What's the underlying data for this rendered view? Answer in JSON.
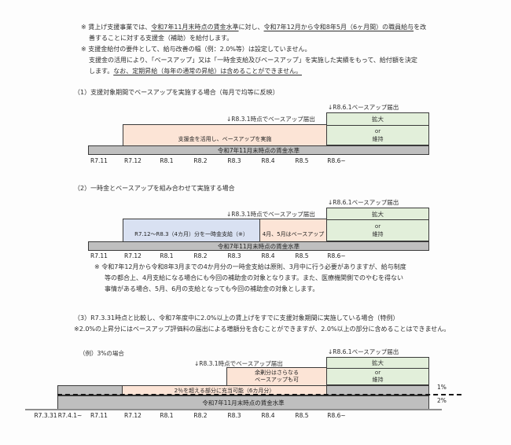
{
  "colors": {
    "pink": "#FCE4D6",
    "green": "#E2EFDA",
    "blue": "#D9E1F2",
    "gray": "#BFBFBF"
  },
  "intro": {
    "line1_pre": "※ 賃上げ支援事業では、",
    "line1_u1": "令和7年11月末時点の賃金水準",
    "line1_mid": "に対し、",
    "line1_u2": "令和7年12月から令和8年5月（6ヶ月間）の職員給与",
    "line1_post": "を改",
    "line2": "善することに対する支援金（補助）を給付します。",
    "line3": "※ 支援金給付の要件として、給与改善の幅（例：2.0%等）は設定していません。",
    "line4": "支援金の活用により、「ベースアップ」又は「一時金支給及びベースアップ」を実施した実績をもって、給付額を決定",
    "line5_pre": "します。",
    "line5_u": "なお、定期昇給（毎年の通常の昇給）は含めることができません。"
  },
  "section1": {
    "title": "（1）支援対象期間でベースアップを実施する場合（毎月で均等に反映）",
    "label_r861": "↓R8.6.1ベースアップ届出",
    "label_r831": "↓R8.3.1時点でベースアップ届出",
    "pink_label": "支援金を活用し、ベースアップを実施",
    "green_top": "拡大",
    "green_or": "or",
    "green_bottom": "維持",
    "base_label": "令和7年11月末時点の賃金水準",
    "ticks": [
      "R7.11",
      "R7.12",
      "R8.1",
      "R8.2",
      "R8.3",
      "R8.4",
      "R8.5",
      "R8.6~"
    ]
  },
  "section2": {
    "title": "（2）一時金とベースアップを組み合わせて実施する場合",
    "label_r861": "↓R8.6.1ベースアップ届出",
    "label_r831": "↓R8.3.1時点でベースアップ届出",
    "blue_label": "R7.12～R8.3（4カ月）分を一時金支給（※）",
    "pink_label": "4月、5月はベースアップ",
    "green_top": "拡大",
    "green_or": "or",
    "green_bottom": "維持",
    "base_label": "令和7年11月末時点の賃金水準",
    "ticks": [
      "R7.11",
      "R7.12",
      "R8.1",
      "R8.2",
      "R8.3",
      "R8.4",
      "R8.5",
      "R8.6~"
    ],
    "note_line1": "※ 令和7年12月から令和8年3月までの4か月分の一時金支給は原則、3月中に行う必要がありますが、給与制度",
    "note_line2": "等の都合上、4月支給になる場合にも今回の補助金の対象となります。また、医療機関側でのやむを得ない",
    "note_line3": "事情がある場合、5月、6月の支給となっても今回の補助金の対象とします。"
  },
  "section3": {
    "title": "（3）R7.3.31時点と比較し、令和7年度中に2.0%以上の賃上げをすでに支援対象期間に実施している場合（特例）",
    "subtitle": "※2.0%の上昇分にはベースアップ評価料の届出による増額分を含むことができますが、2.0%以上の部分に含めることはできません。",
    "example_label": "（例）3%の場合",
    "label_r861": "↓R8.6.1ベースアップ届出",
    "label_r831": "↓R8.3.1時点でベースアップ届出",
    "surplus_line1": "余剰分はさらなる",
    "surplus_line2": "ベースアップも可",
    "pink_label": "2％を超える部分に充当可能（6カ月分）",
    "green_top": "拡大",
    "green_or": "or",
    "green_bottom": "維持",
    "base_label": "令和7年11月末時点の賃金水準",
    "pct1": "1%",
    "pct2": "2%",
    "ticks": [
      "R7.3.31",
      "R7.4.1~",
      "R7.11",
      "R7.12",
      "R8.1",
      "R8.2",
      "R8.3",
      "R8.4",
      "R8.5",
      "R8.6~"
    ]
  }
}
